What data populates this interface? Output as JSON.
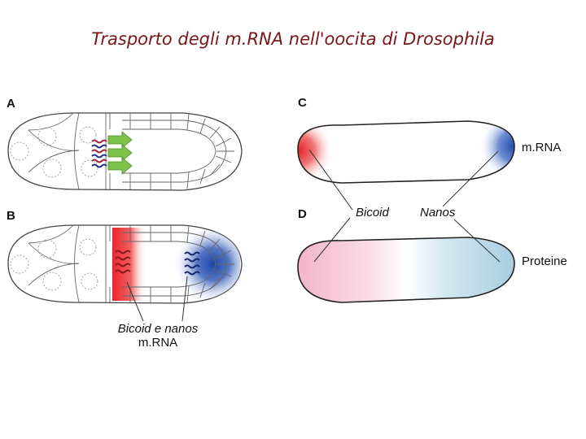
{
  "title": "Trasporto degli m.RNA nell'oocita di Drosophila",
  "panels": {
    "a": {
      "letter": "A"
    },
    "b": {
      "letter": "B",
      "caption_line1": "Bicoid e nanos",
      "caption_line2": "m.RNA"
    },
    "c": {
      "letter": "C",
      "side_label": "m.RNA"
    },
    "d": {
      "letter": "D",
      "side_label": "Proteine"
    }
  },
  "callouts": {
    "bicoid": "Bicoid",
    "nanos": "Nanos"
  },
  "colors": {
    "title": "#7a1518",
    "bicoid_red": "#e8242a",
    "nanos_blue": "#2c56b8",
    "arrow_green": "#7cc24a",
    "protein_pink": "#f3b9cd",
    "protein_blue": "#a9cfe0",
    "mrna_red_strand": "#a01e3c",
    "mrna_blue_strand": "#1d2f7a"
  }
}
